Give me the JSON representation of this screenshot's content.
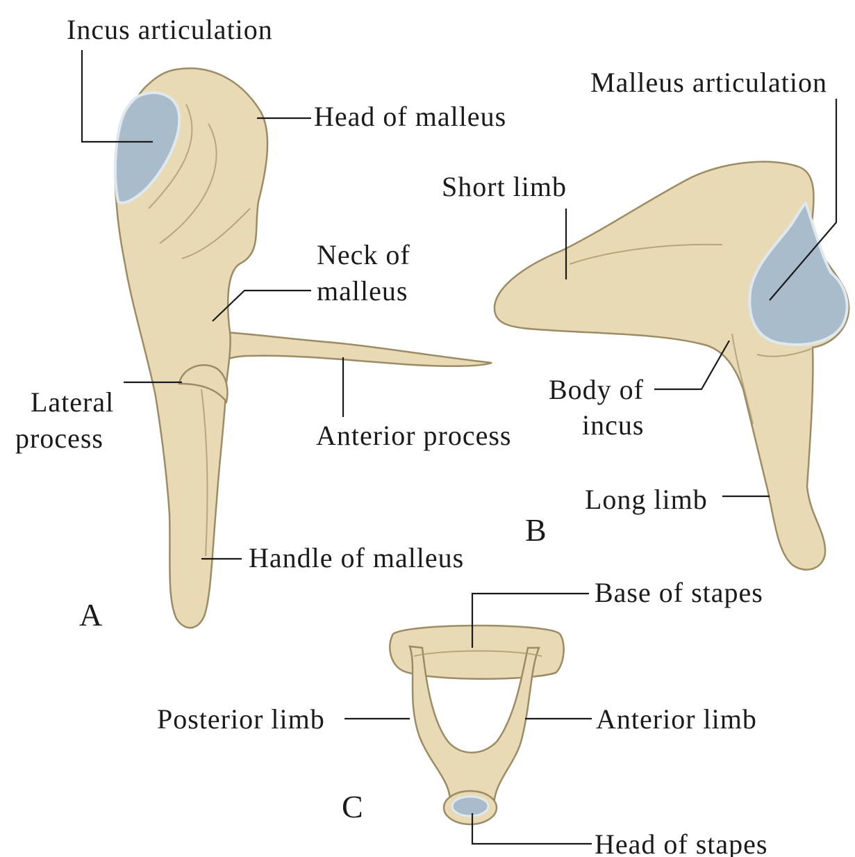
{
  "colors": {
    "bone": "#e8dab4",
    "bone_shade": "#d4c498",
    "bone_outline": "#9c8c66",
    "cartilage": "#a9bccb",
    "cartilage_rim": "#dfe8ee",
    "text": "#1a1a1a"
  },
  "panel_a": {
    "letter": "A",
    "labels": {
      "incus_articulation": "Incus articulation",
      "head_of_malleus": "Head of malleus",
      "neck_of_malleus_line1": "Neck of",
      "neck_of_malleus_line2": "malleus",
      "lateral_process_line1": "Lateral",
      "lateral_process_line2": "process",
      "anterior_process": "Anterior process",
      "handle_of_malleus": "Handle of malleus"
    }
  },
  "panel_b": {
    "letter": "B",
    "labels": {
      "malleus_articulation": "Malleus articulation",
      "short_limb": "Short limb",
      "body_of_incus_line1": "Body of",
      "body_of_incus_line2": "incus",
      "long_limb": "Long limb"
    }
  },
  "panel_c": {
    "letter": "C",
    "labels": {
      "base_of_stapes": "Base of stapes",
      "posterior_limb": "Posterior limb",
      "anterior_limb": "Anterior limb",
      "head_of_stapes": "Head of stapes"
    }
  }
}
